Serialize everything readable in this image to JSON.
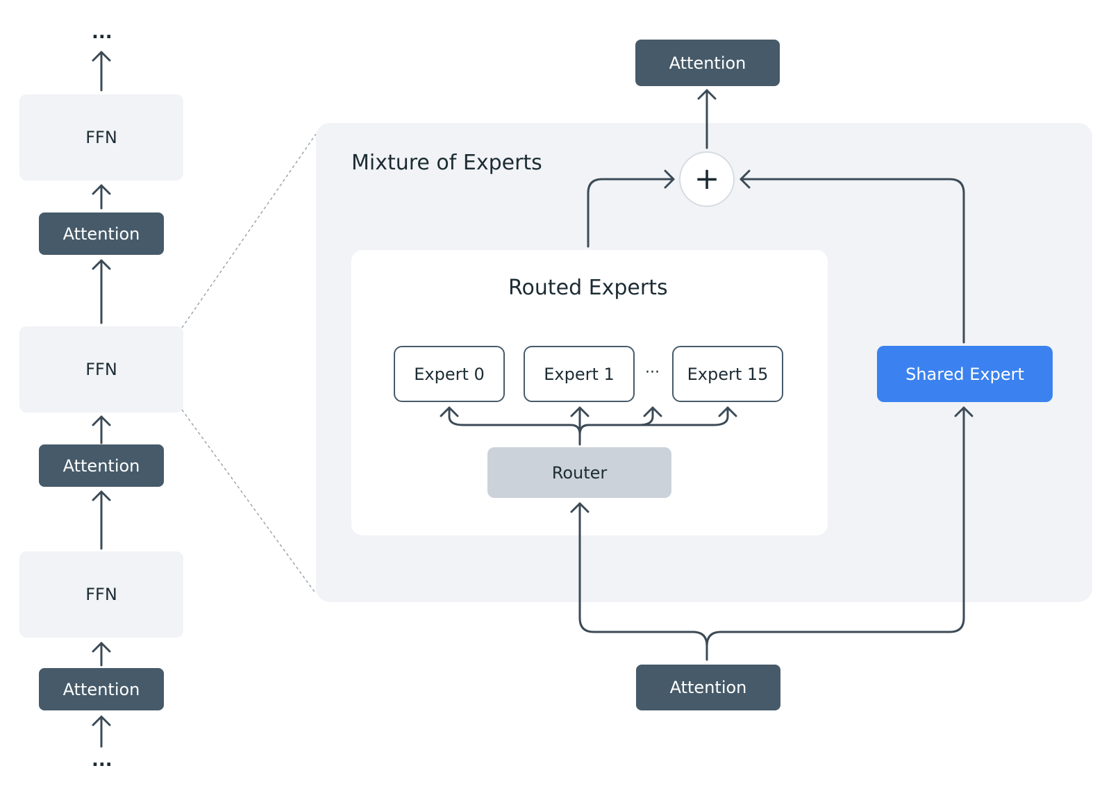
{
  "left_stack": {
    "top_ellipsis": "...",
    "bottom_ellipsis": "...",
    "ffn_labels": [
      "FFN",
      "FFN",
      "FFN"
    ],
    "attention_labels": [
      "Attention",
      "Attention",
      "Attention"
    ]
  },
  "moe": {
    "title": "Mixture of Experts",
    "routed_title": "Routed Experts",
    "experts": [
      "Expert 0",
      "Expert 1",
      "Expert 15"
    ],
    "experts_ellipsis": "···",
    "router_label": "Router",
    "shared_expert_label": "Shared Expert",
    "sum_symbol": "+",
    "top_attention_label": "Attention",
    "bottom_attention_label": "Attention"
  },
  "colors": {
    "dark": "#465a69",
    "panel": "#f1f3f6",
    "router": "#cbd2da",
    "shared": "#3b82f0"
  }
}
